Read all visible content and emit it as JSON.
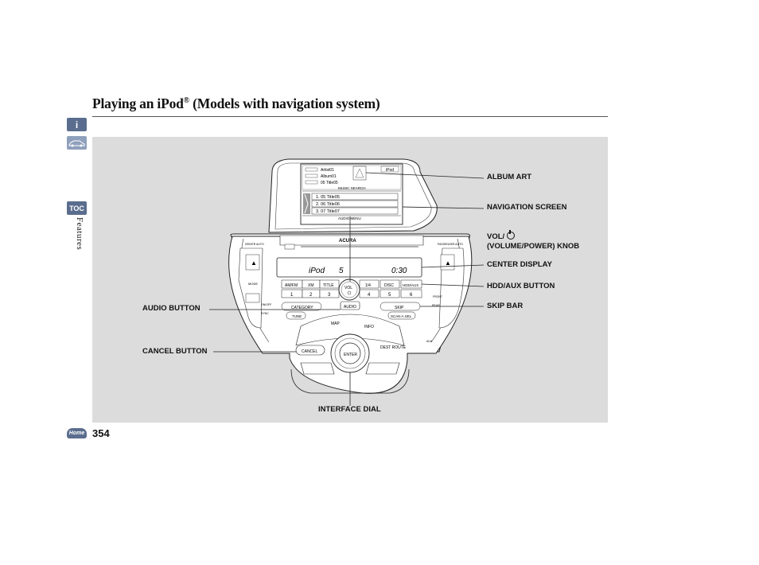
{
  "page": {
    "title_main": "Playing an iPod",
    "title_reg": "®",
    "title_suffix": " (Models with navigation system)",
    "section_label": "Features",
    "page_number": "354",
    "toc_label": "TOC",
    "info_label": "i",
    "home_label": "Home"
  },
  "callouts": {
    "album_art": "ALBUM ART",
    "navigation_screen": "NAVIGATION SCREEN",
    "vol_knob_line1": "VOL/",
    "vol_knob_line2": "(VOLUME/POWER) KNOB",
    "center_display": "CENTER DISPLAY",
    "hdd_aux_button": "HDD/AUX BUTTON",
    "skip_bar": "SKIP BAR",
    "audio_button": "AUDIO BUTTON",
    "cancel_button": "CANCEL BUTTON",
    "interface_dial": "INTERFACE DIAL"
  },
  "screen": {
    "artist": "Artist01",
    "album": "Album01",
    "track": "05 Title05",
    "source": "iPod",
    "music_search": "MUSIC SEARCH",
    "audio_menu": "AUDIO MENU",
    "list": [
      "1. 05 Title05",
      "2. 06 Title06",
      "3. 07 Title07"
    ]
  },
  "console": {
    "brand": "ACURA",
    "display_text": "iPod",
    "display_track": "5",
    "display_time": "0:30",
    "buttons_row1": [
      "AM/FM",
      "XM",
      "TITLE",
      "VOL",
      "1/4",
      "DISC",
      "HDD/AUX"
    ],
    "presets": [
      "1",
      "2",
      "3",
      "4",
      "5",
      "6"
    ],
    "category": "CATEGORY",
    "audio": "AUDIO",
    "skip": "SKIP",
    "tune": "TUNE",
    "scan": "SCAN A.SEL",
    "map": "MAP",
    "info": "INFO",
    "dest_route": "DEST ROUTE",
    "enter": "ENTER",
    "cancel": "CANCEL",
    "rear": "REAR",
    "mode": "MODE",
    "sync": "SYNC",
    "on_off": "ON/OFF",
    "driver_auto": "DRIVER AUTO",
    "passenger_auto": "PASSENGER AUTO",
    "front": "FRONT",
    "aux": "AUX"
  }
}
